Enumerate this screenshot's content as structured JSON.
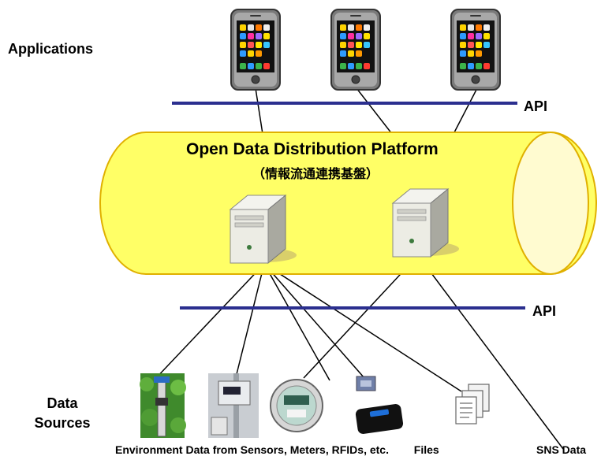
{
  "labels": {
    "applications": "Applications",
    "data_sources": "Data Sources",
    "api_top": "API",
    "api_bottom": "API",
    "platform_title": "Open Data Distribution Platform",
    "platform_subtitle": "（情報流通連携基盤）",
    "sources_caption": "Environment Data from Sensors, Meters, RFIDs, etc.",
    "files_caption": "Files",
    "sns_caption": "SNS  Data"
  },
  "colors": {
    "cylinder_fill": "#ffff66",
    "cylinder_stroke": "#e0b000",
    "api_line": "#2b2f8f",
    "connector": "#000000"
  },
  "icons": {
    "phones": [
      "smartphone-icon",
      "smartphone-icon",
      "smartphone-icon"
    ],
    "servers": [
      "server-icon",
      "server-icon"
    ],
    "sources": [
      "environment-sensor-icon",
      "data-logger-icon",
      "smart-meter-icon",
      "rfid-chip-icon",
      "rfid-reader-icon",
      "files-icon"
    ]
  }
}
